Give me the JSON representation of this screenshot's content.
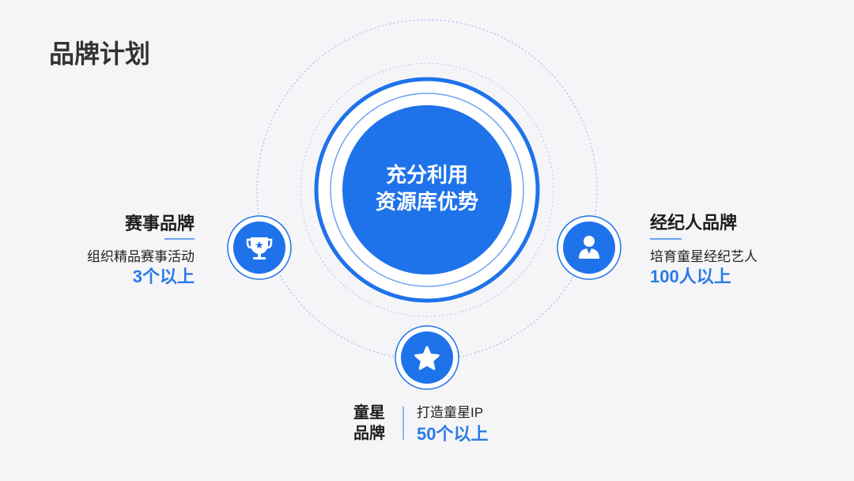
{
  "title": "品牌计划",
  "center": {
    "line1": "充分利用",
    "line2": "资源库优势"
  },
  "nodes": {
    "event": {
      "title": "赛事品牌",
      "desc": "组织精品赛事活动",
      "value": "3个以上",
      "icon": "trophy-icon"
    },
    "agent": {
      "title": "经纪人品牌",
      "desc": "培育童星经纪艺人",
      "value": "100人以上",
      "icon": "user-icon"
    },
    "star": {
      "title_line1": "童星",
      "title_line2": "品牌",
      "desc": "打造童星IP",
      "value": "50个以上",
      "icon": "star-icon"
    }
  },
  "colors": {
    "accent": "#1f73ea",
    "accent_text": "#2a7be8",
    "background": "#f5f5f7",
    "text": "#222222"
  }
}
